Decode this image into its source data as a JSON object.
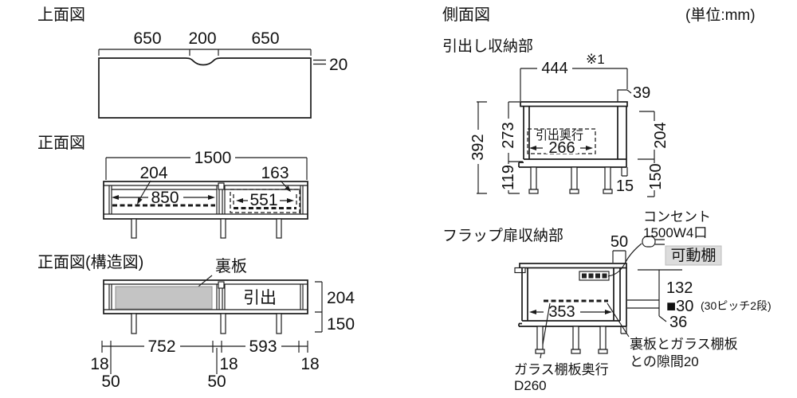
{
  "header": {
    "units_note": "(単位:mm)"
  },
  "top_view": {
    "title": "上面図",
    "dim_left": "650",
    "dim_center": "200",
    "dim_right": "650",
    "dim_thickness": "20"
  },
  "front_view": {
    "title": "正面図",
    "dim_total": "1500",
    "dim_left_leader": "204",
    "dim_right_leader": "163",
    "dim_left_inner": "850",
    "dim_right_inner": "551"
  },
  "structure_view": {
    "title": "正面図(構造図)",
    "back_panel_label": "裏板",
    "drawer_label": "引出",
    "dim_body_height": "204",
    "dim_leg_height": "150",
    "dim_edge_left": "18",
    "dim_span_left": "752",
    "dim_edge_mid": "18",
    "dim_span_right": "593",
    "dim_edge_right": "18",
    "dim_leg_offset_left": "50",
    "dim_leg_offset_mid": "50"
  },
  "side_view": {
    "title": "側面図",
    "drawer_section": {
      "title": "引出し収納部",
      "footnote": "※1",
      "dim_depth": "444",
      "dim_back_gap": "39",
      "dim_total_height": "392",
      "dim_inner_height": "273",
      "dim_leg_clearance": "119",
      "dim_opening_height": "204",
      "dim_leg_height": "150",
      "dim_foot": "15",
      "drawer_depth_label": "引出奥行",
      "drawer_depth_value": "266"
    },
    "flap_section": {
      "title": "フラップ扉収納部",
      "dim_top_edge": "50",
      "outlet_label_line1": "コンセント",
      "outlet_label_line2": "1500W4口",
      "movable_shelf_label": "可動棚",
      "dim_shelf_top": "132",
      "pitch_value": "■30",
      "pitch_note": "(30ピッチ2段)",
      "dim_shelf_bottom": "36",
      "dim_inner_width": "353",
      "glass_shelf_note_line1": "ガラス棚板奥行",
      "glass_shelf_note_line2": "D260",
      "gap_note_line1": "裏板とガラス棚板",
      "gap_note_line2": "との隙間20"
    }
  }
}
